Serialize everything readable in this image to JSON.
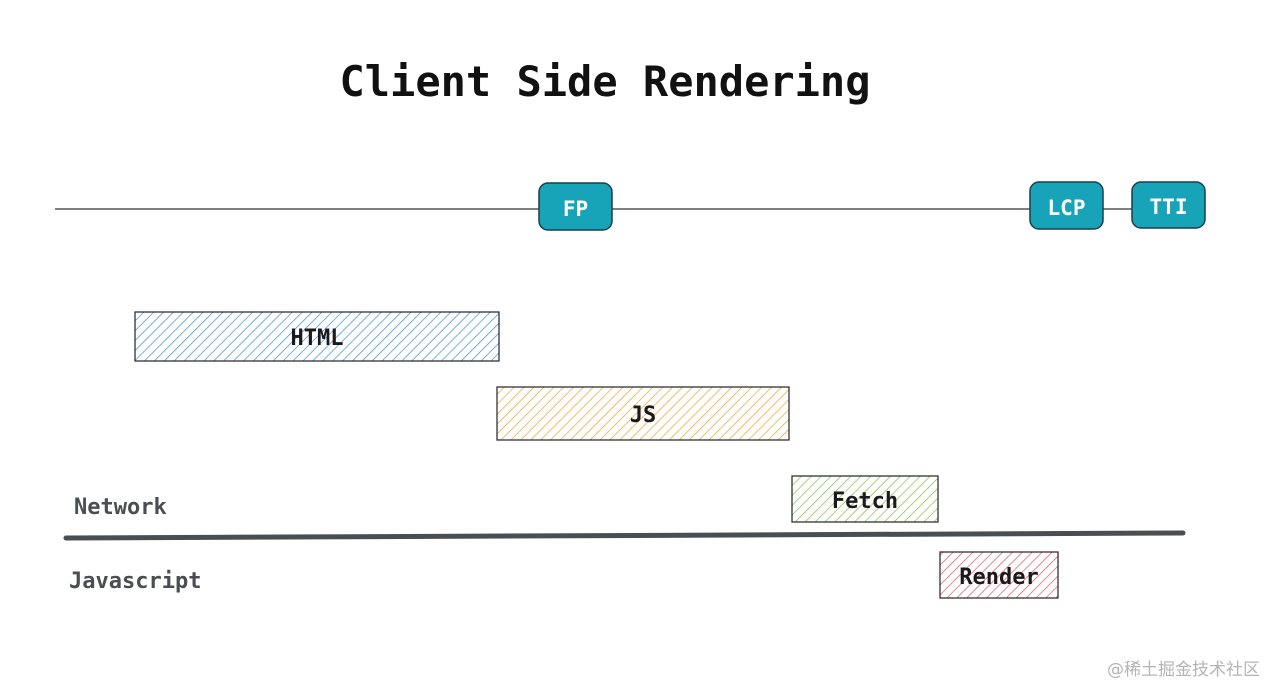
{
  "title": "Client Side Rendering",
  "milestones": [
    {
      "label": "FP"
    },
    {
      "label": "LCP"
    },
    {
      "label": "TTI"
    }
  ],
  "tasks": [
    {
      "label": "HTML",
      "color": "#3a8fd6"
    },
    {
      "label": "JS",
      "color": "#e8a42a"
    },
    {
      "label": "Fetch",
      "color": "#7cc242"
    },
    {
      "label": "Render",
      "color": "#e0555f"
    }
  ],
  "lanes": {
    "network": "Network",
    "javascript": "Javascript"
  },
  "watermark": "@稀土掘金技术社区",
  "colors": {
    "milestone_fill": "#17a3b8",
    "milestone_stroke": "#1c3f4a",
    "divider": "#4a4d52",
    "lane_text": "#4a4d52"
  }
}
